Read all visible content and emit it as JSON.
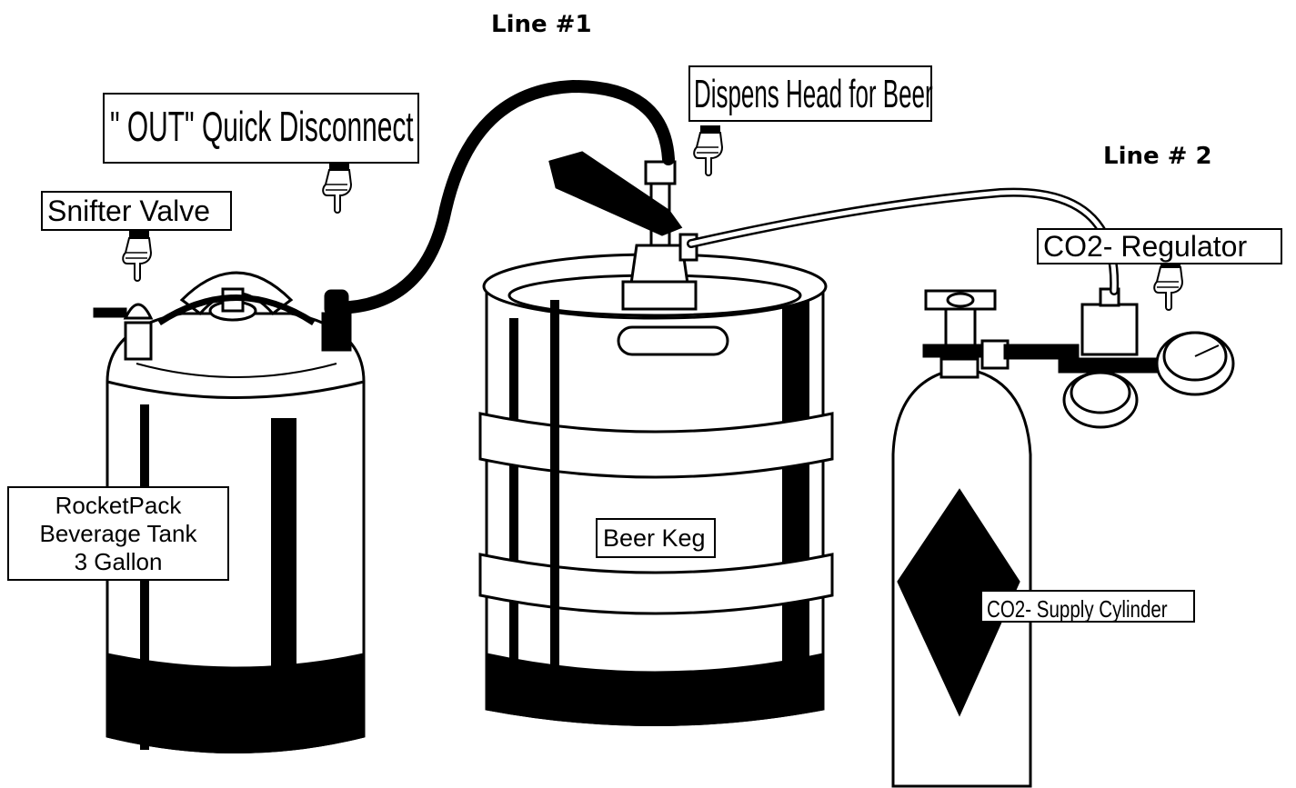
{
  "labels": {
    "line1": "Line #1",
    "line2": "Line # 2",
    "out_quick_disconnect": "\" OUT\" Quick Disconnect",
    "dispens_head": "Dispens Head for Beer",
    "snifter_valve": "Snifter Valve",
    "co2_regulator": "CO2- Regulator",
    "rocketpack": [
      "RocketPack",
      "Beverage Tank",
      "3 Gallon"
    ],
    "beer_keg": "Beer Keg",
    "co2_cylinder": "CO2- Supply Cylinder"
  },
  "icons": [
    "pointing-hand-icon"
  ],
  "colors": {
    "ink": "#000000",
    "paper": "#ffffff"
  }
}
